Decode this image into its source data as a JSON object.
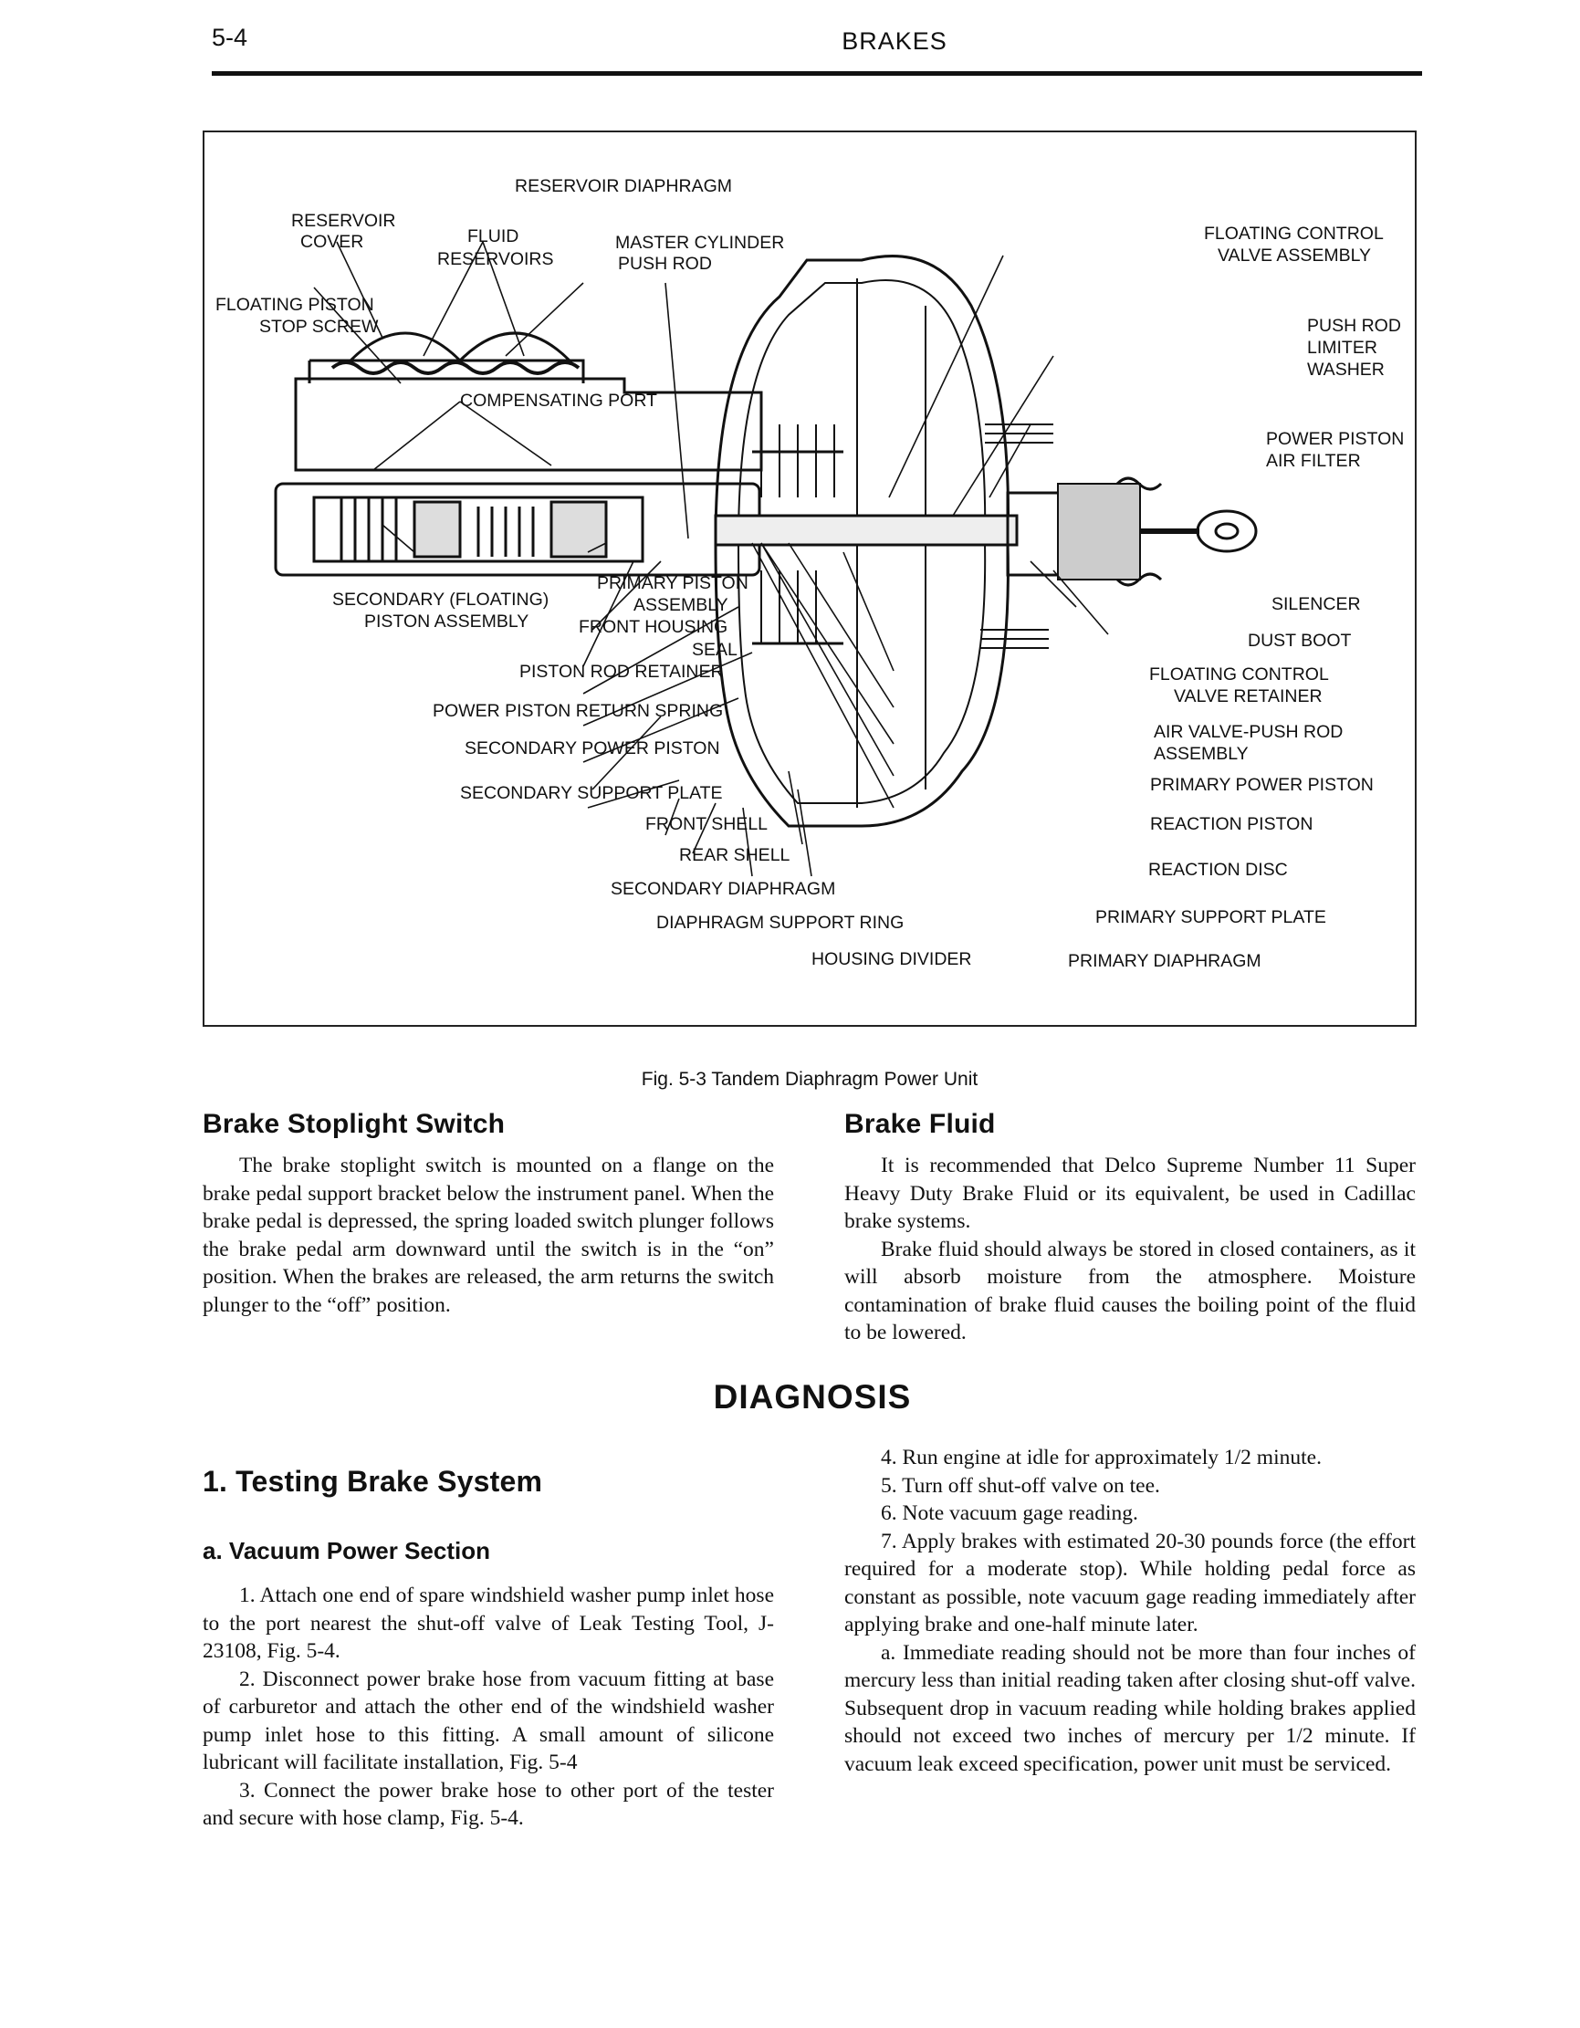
{
  "header": {
    "page_number": "5-4",
    "section_title": "BRAKES"
  },
  "figure": {
    "caption": "Fig. 5-3 Tandem Diaphragm Power Unit",
    "labels": {
      "reservoir_diaphragm": "RESERVOIR DIAPHRAGM",
      "reservoir_cover_1": "RESERVOIR",
      "reservoir_cover_2": "COVER",
      "fluid_reservoirs_1": "FLUID",
      "fluid_reservoirs_2": "RESERVOIRS",
      "master_cylinder_1": "MASTER CYLINDER",
      "master_cylinder_2": "PUSH ROD",
      "floating_control_valve_1": "FLOATING CONTROL",
      "floating_control_valve_2": "VALVE ASSEMBLY",
      "floating_piston_1": "FLOATING PISTON",
      "floating_piston_2": "STOP SCREW",
      "push_rod_limiter_1": "PUSH ROD",
      "push_rod_limiter_2": "LIMITER",
      "push_rod_limiter_3": "WASHER",
      "compensating_port": "COMPENSATING PORT",
      "power_piston_filter_1": "POWER PISTON",
      "power_piston_filter_2": "AIR FILTER",
      "primary_piston_1": "PRIMARY PISTON",
      "primary_piston_2": "ASSEMBLY",
      "secondary_piston_1": "SECONDARY (FLOATING)",
      "secondary_piston_2": "PISTON ASSEMBLY",
      "front_housing_1": "FRONT HOUSING",
      "front_housing_2": "SEAL",
      "silencer": "SILENCER",
      "dust_boot": "DUST BOOT",
      "piston_rod_retainer": "PISTON ROD RETAINER",
      "floating_control_retainer_1": "FLOATING CONTROL",
      "floating_control_retainer_2": "VALVE RETAINER",
      "power_piston_return_spring": "POWER PISTON RETURN SPRING",
      "air_valve_1": "AIR VALVE-PUSH ROD",
      "air_valve_2": "ASSEMBLY",
      "secondary_power_piston": "SECONDARY POWER PISTON",
      "primary_power_piston": "PRIMARY POWER PISTON",
      "secondary_support_plate": "SECONDARY SUPPORT PLATE",
      "front_shell": "FRONT SHELL",
      "reaction_piston": "REACTION PISTON",
      "rear_shell": "REAR SHELL",
      "reaction_disc": "REACTION DISC",
      "secondary_diaphragm": "SECONDARY DIAPHRAGM",
      "diaphragm_support_ring": "DIAPHRAGM SUPPORT RING",
      "primary_support_plate": "PRIMARY SUPPORT PLATE",
      "housing_divider": "HOUSING DIVIDER",
      "primary_diaphragm": "PRIMARY DIAPHRAGM"
    }
  },
  "stoplight": {
    "heading": "Brake Stoplight Switch",
    "text": "The brake stoplight switch is mounted on a flange on the brake pedal support bracket below the instrument panel. When the brake pedal is depressed, the spring loaded switch plunger follows the brake pedal arm downward until the switch is in the “on” position. When the brakes are released, the arm returns the switch plunger to the “off” position."
  },
  "fluid": {
    "heading": "Brake Fluid",
    "p1": "It is recommended that Delco Supreme Number 11 Super Heavy Duty Brake Fluid or its equivalent, be used in Cadillac brake systems.",
    "p2": "Brake fluid should always be stored in closed containers, as it will absorb moisture from the atmosphere. Moisture contamination of brake fluid causes the boiling point of the fluid to be lowered."
  },
  "diagnosis": {
    "title": "DIAGNOSIS",
    "section_heading": "1. Testing Brake System",
    "subsection_heading": "a. Vacuum Power Section",
    "left_steps": [
      "1. Attach one end of spare windshield washer pump inlet hose to the port nearest the shut-off valve of Leak Testing Tool, J-23108, Fig. 5-4.",
      "2. Disconnect power brake hose from vacuum fitting at base of carburetor and attach the other end of the windshield washer pump inlet hose to this fitting. A small amount of silicone lubricant will facilitate installation, Fig. 5-4",
      "3. Connect the power brake hose to other port of the tester and secure with hose clamp, Fig. 5-4."
    ],
    "right_steps": [
      "4. Run engine at idle for approximately 1/2 minute.",
      "5. Turn off shut-off valve on tee.",
      "6. Note vacuum gage reading.",
      "7. Apply brakes with estimated 20-30 pounds force (the effort required for a moderate stop). While holding pedal force as constant as possible, note vacuum gage reading immediately after applying brake and one-half minute later.",
      "a. Immediate reading should not be more than four inches of mercury less than initial reading taken after closing shut-off valve. Subsequent drop in vacuum reading while holding brakes applied should not exceed two inches of mercury per 1/2 minute. If vacuum leak exceed specification, power unit must be serviced."
    ]
  }
}
